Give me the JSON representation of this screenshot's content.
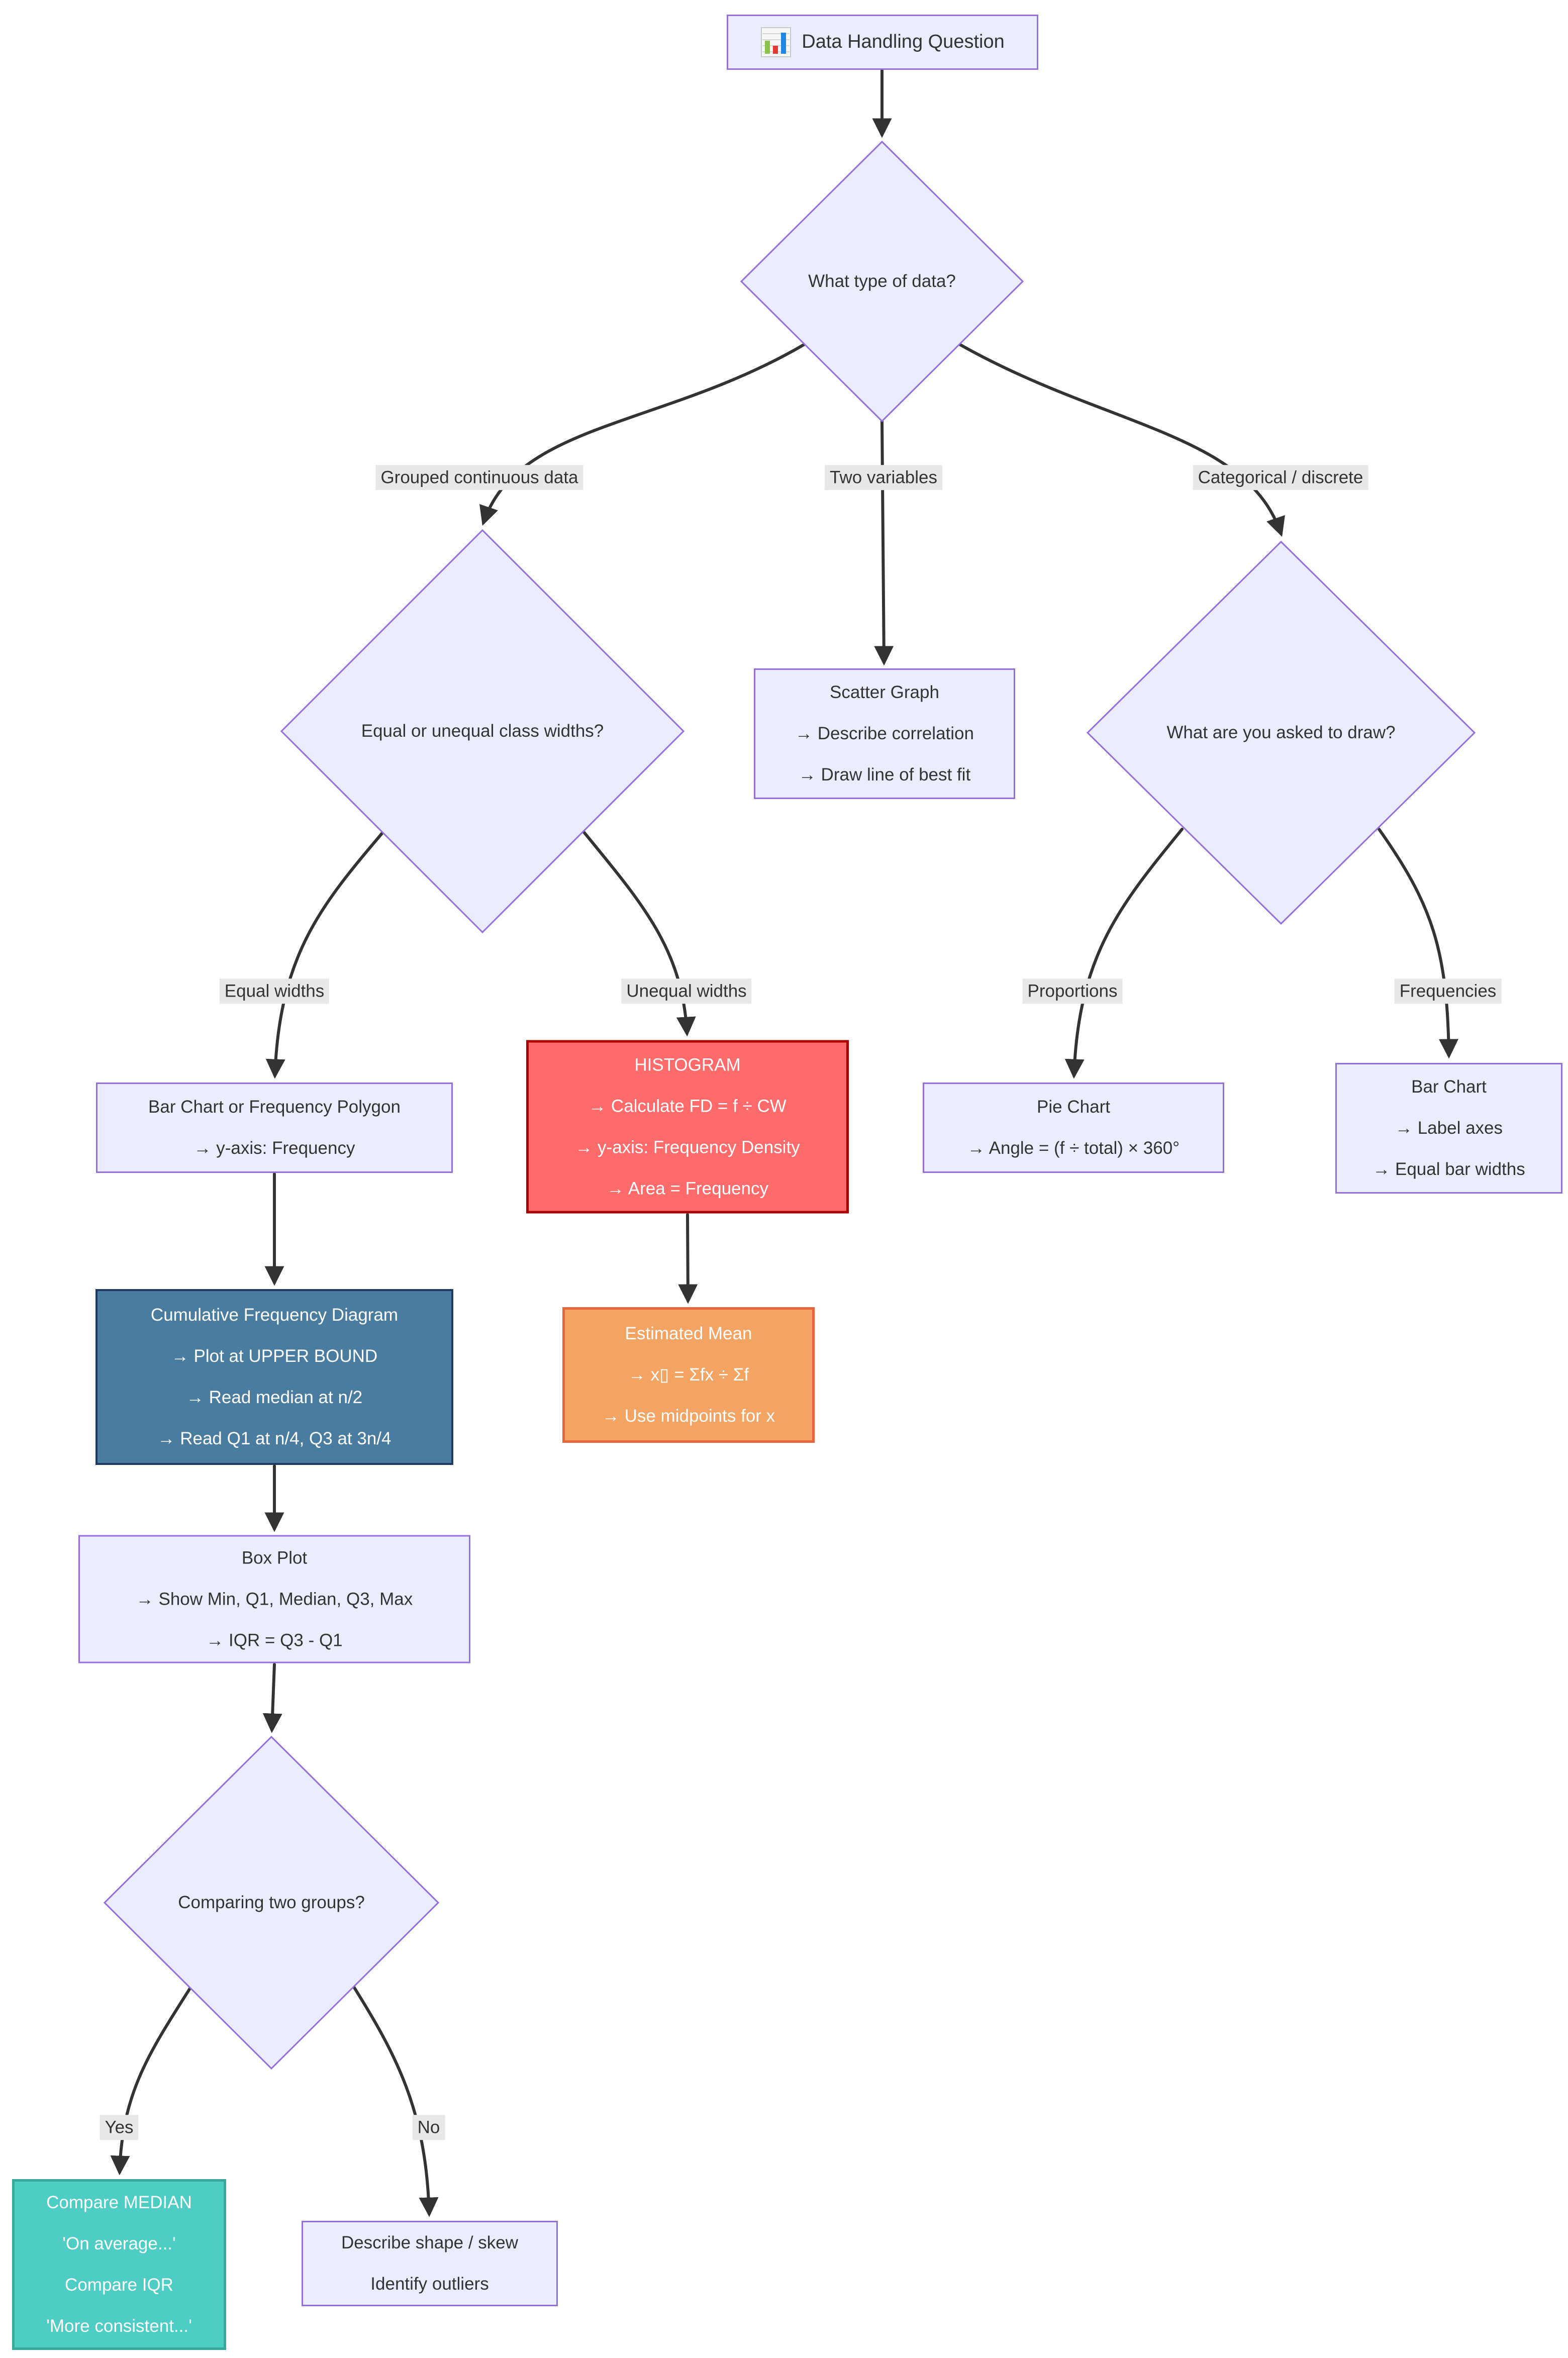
{
  "diagram": {
    "title_node": {
      "icon": "bar-chart-icon",
      "label": "Data Handling Question"
    },
    "decisions": {
      "type_of_data": "What type of data?",
      "class_widths": "Equal or unequal class widths?",
      "asked_to_draw": "What are you asked to draw?",
      "comparing_groups": "Comparing two groups?"
    },
    "edge_labels": {
      "grouped_continuous": "Grouped continuous data",
      "two_variables": "Two variables",
      "categorical_discrete": "Categorical / discrete",
      "equal_widths": "Equal widths",
      "unequal_widths": "Unequal widths",
      "proportions": "Proportions",
      "frequencies": "Frequencies",
      "yes": "Yes",
      "no": "No"
    },
    "nodes": {
      "scatter": {
        "lines": [
          "Scatter Graph",
          "→  Describe correlation",
          "→  Draw line of best fit"
        ]
      },
      "bar_or_polygon": {
        "lines": [
          "Bar Chart or Frequency Polygon",
          "→  y-axis: Frequency"
        ]
      },
      "histogram": {
        "lines": [
          "HISTOGRAM",
          "→  Calculate FD = f ÷ CW",
          "→  y-axis: Frequency Density",
          "→  Area = Frequency"
        ]
      },
      "pie": {
        "lines": [
          "Pie Chart",
          "→  Angle = (f ÷ total) × 360°"
        ]
      },
      "bar_chart": {
        "lines": [
          "Bar Chart",
          "→  Label axes",
          "→  Equal bar widths"
        ]
      },
      "cumulative_frequency": {
        "lines": [
          "Cumulative Frequency Diagram",
          "→  Plot at UPPER BOUND",
          "→  Read median at n/2",
          "→  Read Q1 at n/4, Q3 at 3n/4"
        ]
      },
      "estimated_mean": {
        "lines": [
          "Estimated Mean",
          "→  x▯ = Σfx ÷ Σf",
          "→  Use midpoints for x"
        ]
      },
      "box_plot": {
        "lines": [
          "Box Plot",
          "→  Show Min, Q1, Median, Q3, Max",
          "→  IQR = Q3 - Q1"
        ]
      },
      "compare_groups": {
        "lines": [
          "Compare MEDIAN",
          "'On average...'",
          "Compare IQR",
          "'More consistent...'"
        ]
      },
      "describe_shape": {
        "lines": [
          "Describe shape / skew",
          "Identify outliers"
        ]
      }
    },
    "colors": {
      "canvas_bg": "#ffffff",
      "node_fill": "#ECECFF",
      "node_border": "#9370DB",
      "text_dark": "#333333",
      "text_light": "#ffffff",
      "edge_color": "#333333",
      "label_bg": "#e8e8e8",
      "histogram_fill": "#FF6B6B",
      "histogram_border": "#AA0000",
      "mean_fill": "#F3A462",
      "mean_border": "#E8653E",
      "cfd_fill": "#4A7CA0",
      "cfd_border": "#1E3A5F",
      "compare_fill": "#4ECDC4",
      "compare_border": "#38A89D"
    }
  }
}
